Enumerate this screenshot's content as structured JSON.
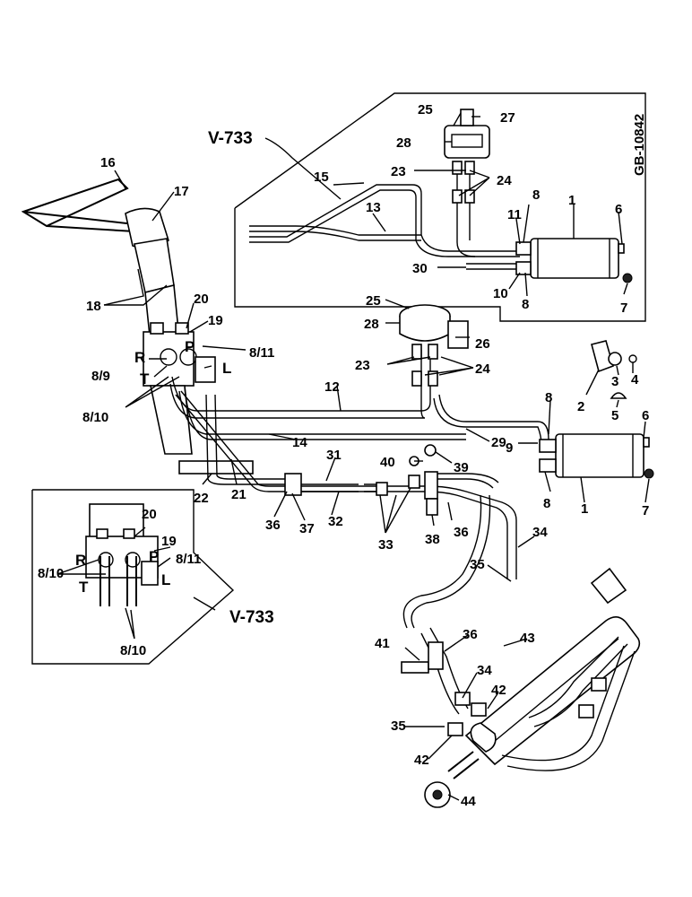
{
  "drawing_ref": "GB-10842",
  "variant_label": "V-733",
  "port_labels": {
    "R": "R",
    "T": "T",
    "P": "P",
    "L": "L"
  },
  "callouts": {
    "c1": "1",
    "c2": "2",
    "c3": "3",
    "c4": "4",
    "c5": "5",
    "c6": "6",
    "c7": "7",
    "c8": "8",
    "c9": "9",
    "c10": "10",
    "c11": "11",
    "c12": "12",
    "c13": "13",
    "c14": "14",
    "c15": "15",
    "c16": "16",
    "c17": "17",
    "c18": "18",
    "c19": "19",
    "c20": "20",
    "c21": "21",
    "c22": "22",
    "c23": "23",
    "c24": "24",
    "c25": "25",
    "c26": "26",
    "c27": "27",
    "c28": "28",
    "c29": "29",
    "c30": "30",
    "c31": "31",
    "c32": "32",
    "c33": "33",
    "c34": "34",
    "c35": "35",
    "c36": "36",
    "c37": "37",
    "c38": "38",
    "c39": "39",
    "c40": "40",
    "c41": "41",
    "c42": "42",
    "c43": "43",
    "c44": "44",
    "c8_9": "8/9",
    "c8_10": "8/10",
    "c8_11": "8/11"
  }
}
